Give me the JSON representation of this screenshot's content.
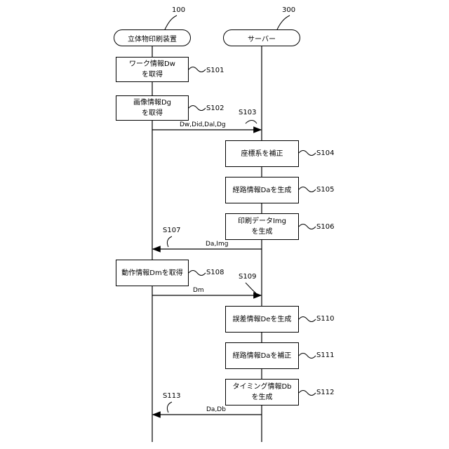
{
  "actors": [
    {
      "ref": "100",
      "name": "立体物印刷装置"
    },
    {
      "ref": "300",
      "name": "サーバー"
    }
  ],
  "steps": [
    {
      "id": "S101",
      "lines": [
        "ワーク情報Dw",
        "を取得"
      ]
    },
    {
      "id": "S102",
      "lines": [
        "画像情報Dg",
        "を取得"
      ]
    },
    {
      "id": "S103",
      "message": "Dw,Did,Dal,Dg"
    },
    {
      "id": "S104",
      "lines": [
        "座標系を補正"
      ]
    },
    {
      "id": "S105",
      "lines": [
        "経路情報Daを生成"
      ]
    },
    {
      "id": "S106",
      "lines": [
        "印刷データImg",
        "を生成"
      ]
    },
    {
      "id": "S107",
      "message": "Da,Img"
    },
    {
      "id": "S108",
      "lines": [
        "動作情報Dmを取得"
      ]
    },
    {
      "id": "S109",
      "message": "Dm"
    },
    {
      "id": "S110",
      "lines": [
        "誤差情報Deを生成"
      ]
    },
    {
      "id": "S111",
      "lines": [
        "経路情報Daを補正"
      ]
    },
    {
      "id": "S112",
      "lines": [
        "タイミング情報Db",
        "を生成"
      ]
    },
    {
      "id": "S113",
      "message": "Da,Db"
    }
  ]
}
